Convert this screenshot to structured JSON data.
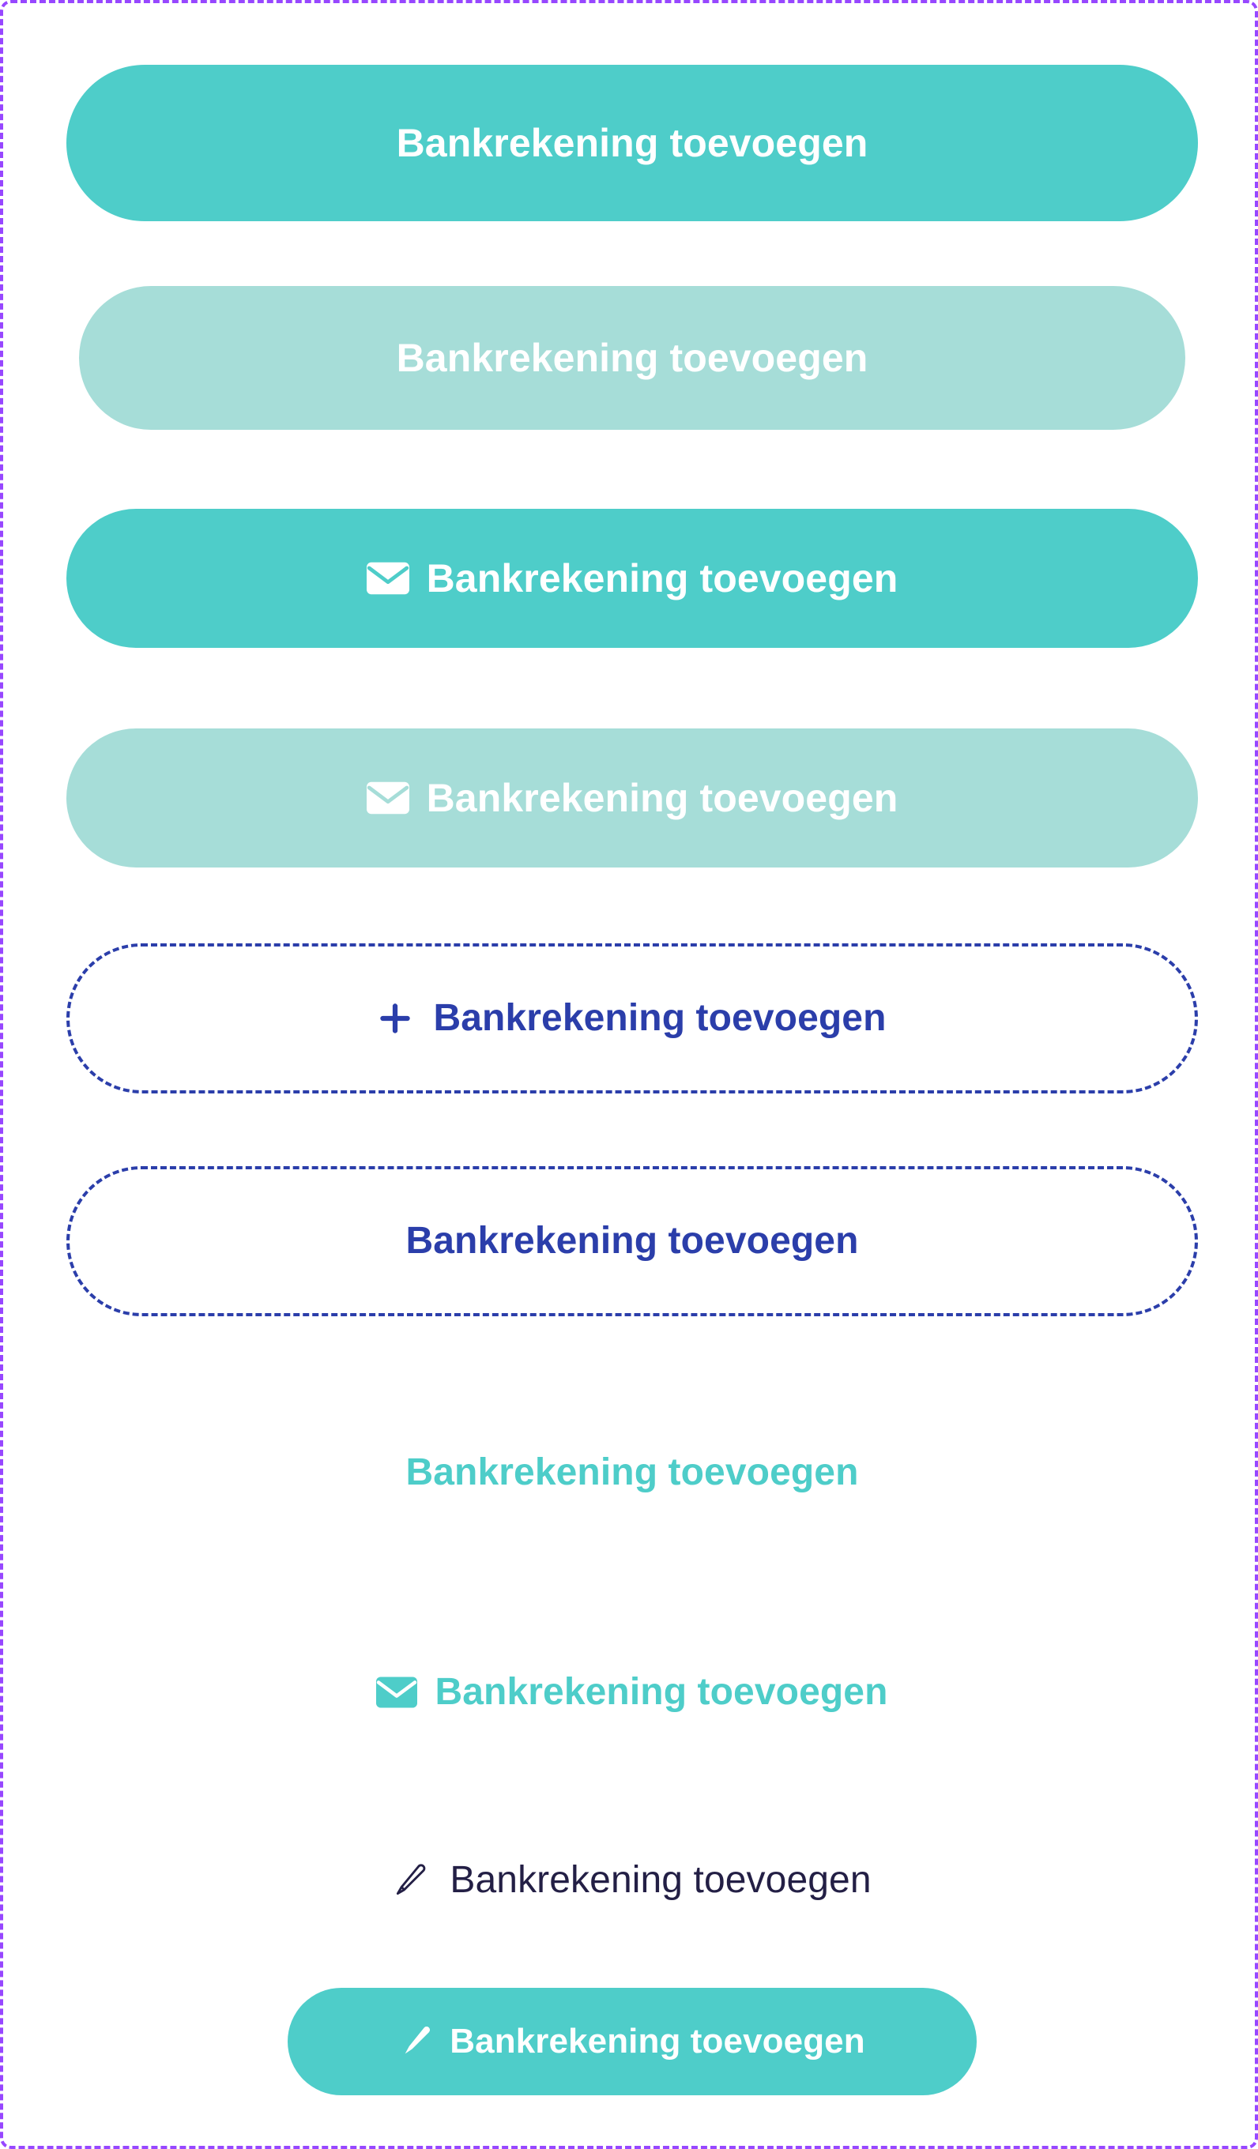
{
  "page": {
    "title": "Bankrekening toevoegen button variants",
    "background": "#ffffff",
    "frame_border_color": "#9747ff"
  },
  "colors": {
    "primary_teal": "#4ecdc9",
    "muted_teal": "#a6ddd8",
    "navy": "#2b3eaa",
    "dark_navy": "#231f45",
    "white": "#ffffff",
    "frame_purple": "#9747ff"
  },
  "buttons": [
    {
      "id": "primary-solid",
      "label": "Bankrekening toevoegen",
      "variant": "solid",
      "icon": null,
      "state": "default",
      "text_color": "#ffffff",
      "background": "#4ecdc9"
    },
    {
      "id": "primary-disabled",
      "label": "Bankrekening toevoegen",
      "variant": "solid-muted",
      "icon": null,
      "state": "disabled",
      "text_color": "#ffffff",
      "background": "#a6ddd8"
    },
    {
      "id": "primary-solid-envelope",
      "label": "Bankrekening toevoegen",
      "variant": "solid",
      "icon": "envelope-icon",
      "state": "default",
      "text_color": "#ffffff",
      "background": "#4ecdc9"
    },
    {
      "id": "primary-disabled-envelope",
      "label": "Bankrekening toevoegen",
      "variant": "solid-muted",
      "icon": "envelope-icon",
      "state": "disabled",
      "text_color": "#ffffff",
      "background": "#a6ddd8"
    },
    {
      "id": "dashed-outline-plus",
      "label": "Bankrekening toevoegen",
      "variant": "dashed-outline",
      "icon": "plus-icon",
      "state": "default",
      "text_color": "#2b3eaa",
      "border_color": "#2b3eaa"
    },
    {
      "id": "dashed-outline",
      "label": "Bankrekening toevoegen",
      "variant": "dashed-outline",
      "icon": null,
      "state": "default",
      "text_color": "#2b3eaa",
      "border_color": "#2b3eaa"
    },
    {
      "id": "text-link-teal",
      "label": "Bankrekening toevoegen",
      "variant": "text-link",
      "icon": null,
      "state": "default",
      "text_color": "#4ecdc9"
    },
    {
      "id": "text-link-teal-envelope",
      "label": "Bankrekening toevoegen",
      "variant": "text-link",
      "icon": "envelope-icon",
      "state": "default",
      "text_color": "#4ecdc9"
    },
    {
      "id": "text-link-navy-pencil",
      "label": "Bankrekening toevoegen",
      "variant": "text-link",
      "icon": "pencil-outline-icon",
      "state": "default",
      "text_color": "#231f45"
    },
    {
      "id": "small-solid-pencil",
      "label": "Bankrekening toevoegen",
      "variant": "solid-small",
      "icon": "pencil-filled-icon",
      "state": "default",
      "text_color": "#ffffff",
      "background": "#4ecdc9"
    }
  ]
}
